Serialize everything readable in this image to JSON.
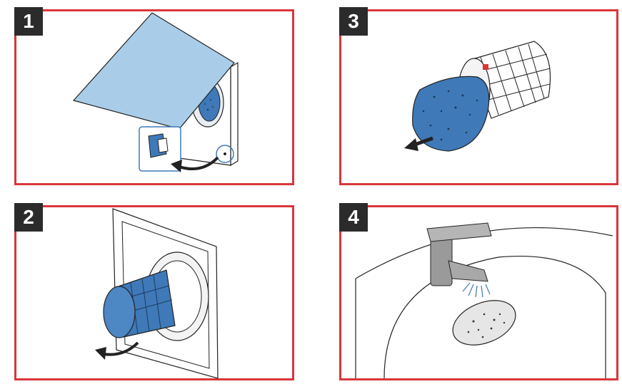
{
  "steps": [
    {
      "number": "1"
    },
    {
      "number": "2"
    },
    {
      "number": "3"
    },
    {
      "number": "4"
    }
  ],
  "colors": {
    "frame": "#d8363a",
    "badge": "#2b2b2b",
    "filter_blue": "#3f79b8",
    "cover_blue": "#a9cde8"
  }
}
